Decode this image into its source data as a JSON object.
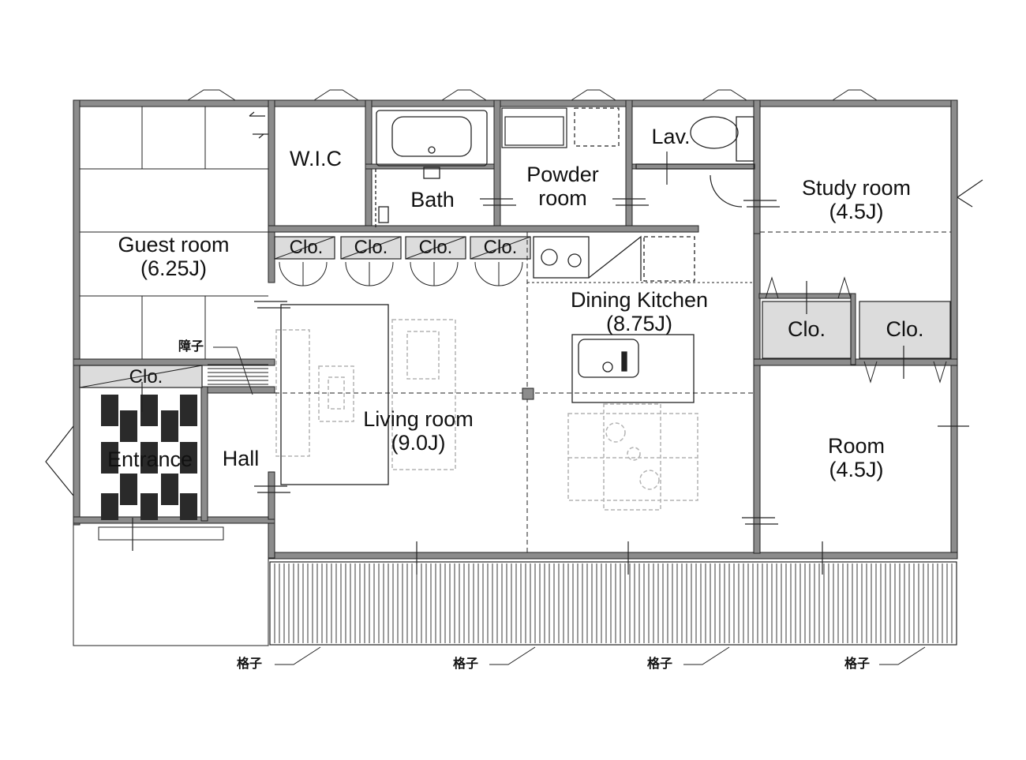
{
  "rooms": {
    "wic": "W.I.C",
    "bath": "Bath",
    "powder_line1": "Powder",
    "powder_line2": "room",
    "lav": "Lav.",
    "study_name": "Study room",
    "study_size": "(4.5J)",
    "guest_name": "Guest room",
    "guest_size": "(6.25J)",
    "dining_name": "Dining Kitchen",
    "dining_size": "(8.75J)",
    "living_name": "Living room",
    "living_size": "(9.0J)",
    "room_name": "Room",
    "room_size": "(4.5J)",
    "entrance": "Entrance",
    "hall": "Hall"
  },
  "closets": {
    "label": "Clo."
  },
  "annotations": {
    "shoji": "障子",
    "lattice": "格子"
  },
  "colors": {
    "wall": "#8c8c8c",
    "closet_fill": "#dcdcdc",
    "furniture": "#b4b4b4",
    "line": "#111111"
  }
}
